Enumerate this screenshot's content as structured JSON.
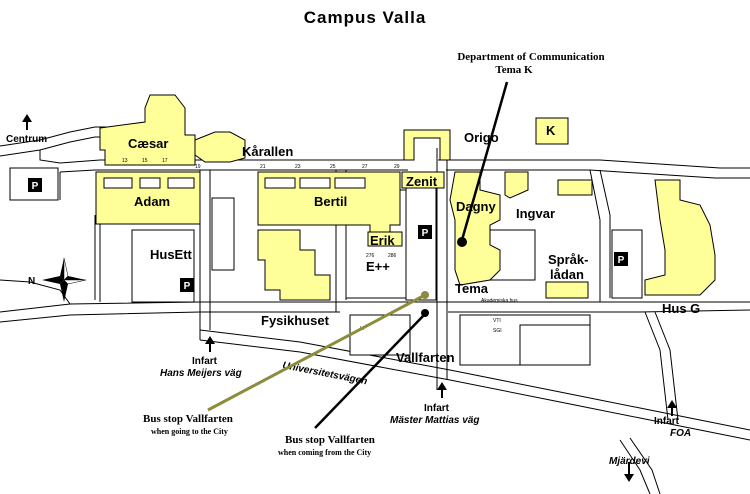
{
  "title": "Campus Valla",
  "callout": {
    "department_line1": "Department of Communication",
    "department_line2": "Tema K"
  },
  "buildings": {
    "caesar": "Cæsar",
    "karallen": "Kårallen",
    "origo": "Origo",
    "k": "K",
    "adam": "Adam",
    "bertil": "Bertil",
    "zenit": "Zenit",
    "dagny": "Dagny",
    "ingvar": "Ingvar",
    "erik": "Erik",
    "eplusplus": "E++",
    "husett": "HusEtt",
    "sprak_line1": "Språk-",
    "sprak_line2": "lådan",
    "tema": "Tema",
    "fysikhuset": "Fysikhuset",
    "vallfarten": "Vallfarten",
    "hus_g": "Hus G"
  },
  "directions": {
    "centrum": "Centrum",
    "north": "N",
    "mjardevi": "Mjärdevi"
  },
  "roads": {
    "universitetsvagen": "Universitetsvägen"
  },
  "entrances": {
    "infart_hans_label": "Infart",
    "infart_hans_road": "Hans Meijers väg",
    "infart_master_label": "Infart",
    "infart_master_road": "Mäster Mattias väg",
    "infart_foa_label": "Infart",
    "infart_foa_road": "FOA"
  },
  "bus_stops": {
    "to_city_title": "Bus stop Vallfarten",
    "to_city_sub": "when going to the City",
    "from_city_title": "Bus stop Vallfarten",
    "from_city_sub": "when coming from the City"
  },
  "parking_label": "P",
  "small_labels": {
    "n21": "21",
    "n23": "23",
    "n25": "25",
    "n27": "27",
    "n29": "29",
    "n13": "13",
    "n15": "15",
    "n17": "17",
    "n19": "19",
    "n276": "276",
    "n286": "286",
    "vti": "VTI",
    "sgi": "SGI",
    "akademiska": "Akademiska hus",
    "lf": "LF"
  },
  "colors": {
    "building": "#ffff99",
    "bus_to_city_line": "#8c8c3c",
    "bus_from_city_line": "#000000"
  }
}
